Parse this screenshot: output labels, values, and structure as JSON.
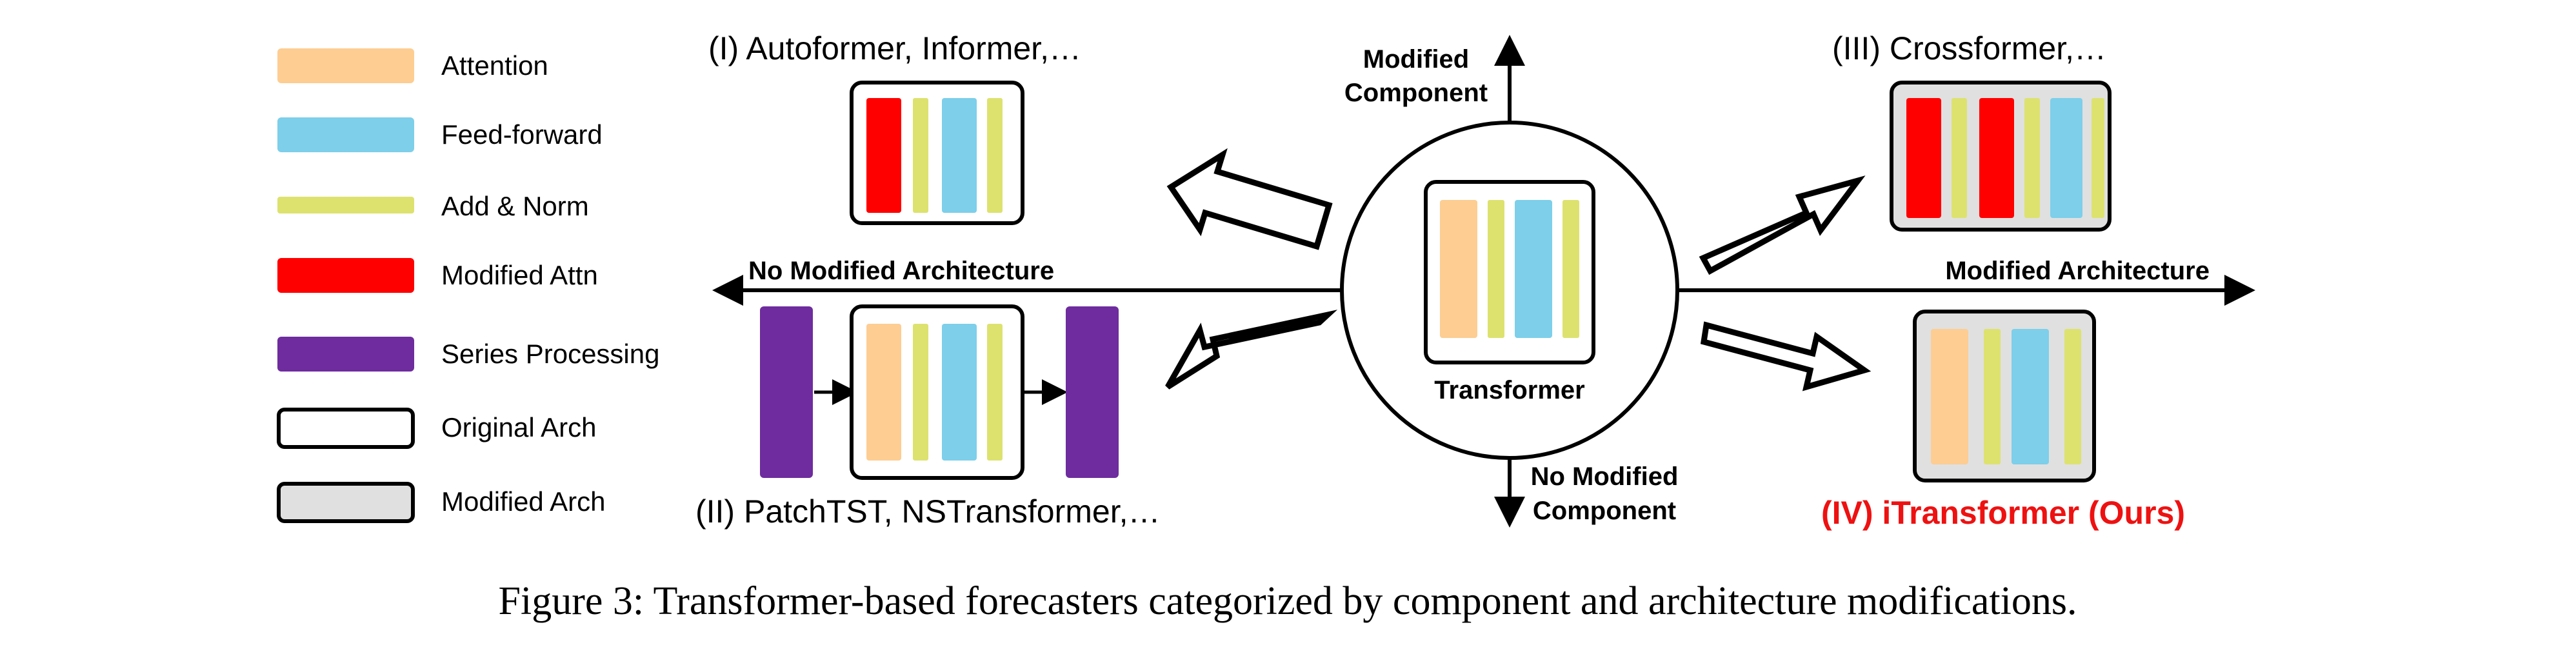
{
  "legend": {
    "items": [
      {
        "label": "Attention",
        "color": "#FDCD92",
        "shape": "bar"
      },
      {
        "label": "Feed-forward",
        "color": "#7DCFEA",
        "shape": "bar"
      },
      {
        "label": "Add & Norm",
        "color": "#DDE26F",
        "shape": "thin-bar"
      },
      {
        "label": "Modified Attn",
        "color": "#FF0000",
        "shape": "bar"
      },
      {
        "label": "Series Processing",
        "color": "#6E2C9E",
        "shape": "bar"
      },
      {
        "label": "Original Arch",
        "color": "#FFFFFF",
        "shape": "box"
      },
      {
        "label": "Modified Arch",
        "color": "#E0E0E0",
        "shape": "box"
      }
    ]
  },
  "axes": {
    "up": [
      "Modified",
      "Component"
    ],
    "down": [
      "No Modified",
      "Component"
    ],
    "left": "No Modified Architecture",
    "right": "Modified Architecture"
  },
  "center_label": "Transformer",
  "quadrants": {
    "q1": "(I) Autoformer, Informer,…",
    "q2": "(II) PatchTST, NSTransformer,…",
    "q3": "(III) Crossformer,…",
    "q4": "(IV) iTransformer (Ours)"
  },
  "caption": "Figure 3: Transformer-based forecasters categorized by component and architecture modifications.",
  "colors": {
    "attention": "#FDCD92",
    "feedforward": "#7DCFEA",
    "addnorm": "#DDE26F",
    "modified_attn": "#FF0000",
    "series": "#6E2C9E",
    "modified_arch_fill": "#E0E0E0",
    "highlight_text": "#EE1111",
    "ink": "#000000"
  }
}
